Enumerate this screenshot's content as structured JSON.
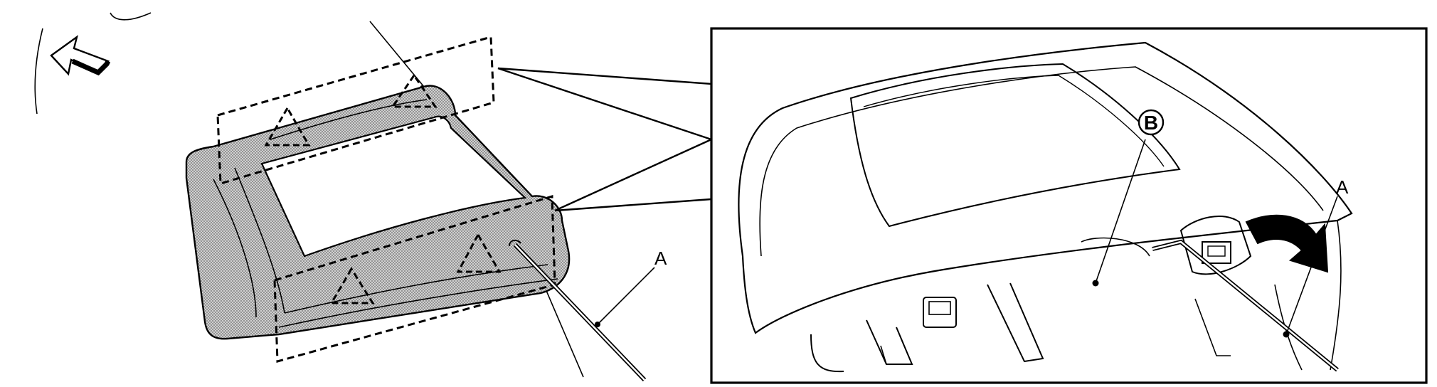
{
  "labels": {
    "callout_a_left": "A",
    "callout_a_right": "A",
    "callout_b": "B"
  },
  "colors": {
    "line": "#000000",
    "shade": "#bdbdbd",
    "background": "#ffffff"
  },
  "icons": {
    "direction_arrow": "front-direction-arrow-icon",
    "caution_marks": "caution-triangle-icon",
    "rotation_arrow": "rotation-arrow-icon"
  }
}
